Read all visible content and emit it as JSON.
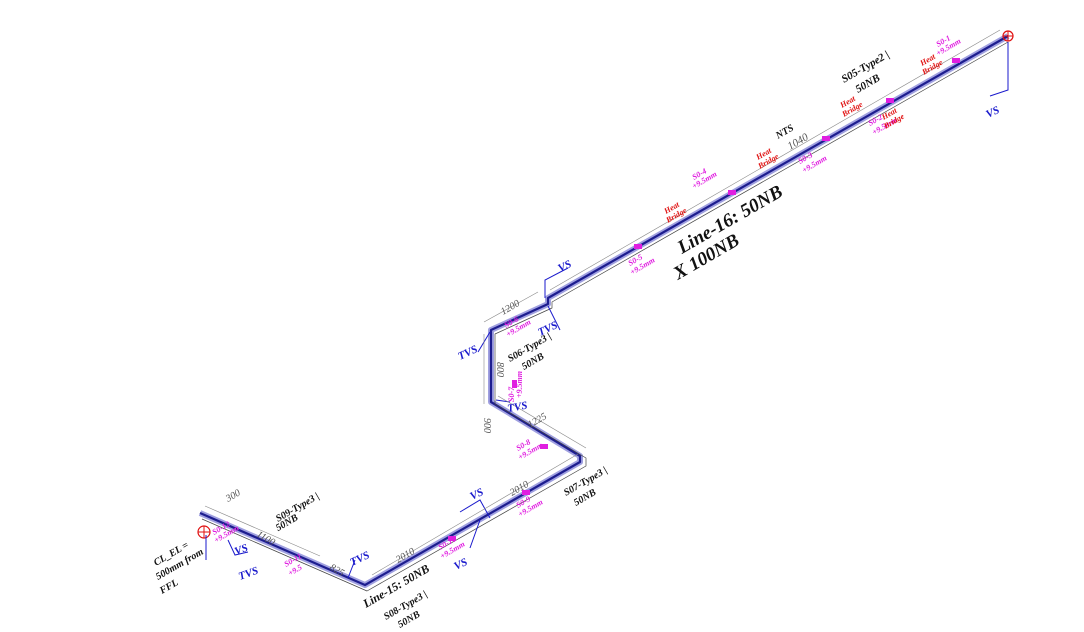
{
  "colors": {
    "pipe": "#1d1d8f",
    "pipe_edge": "#7a7ad0",
    "support": "#1a1acc",
    "spacer": "#e01ee0",
    "bridge": "#e01010",
    "text": "#111111",
    "dimension": "#555555"
  },
  "labels": {
    "line16_a": "Line-16: 50NB",
    "line16_b": "X 100NB",
    "line15": "Line-15: 50NB",
    "cl_el_1": "CL_EL =",
    "cl_el_2": "500mm from",
    "cl_el_3": "FFL",
    "s05_1": "S05-Type2 |",
    "s05_2": "50NB",
    "s06_1": "S06-Type3 |",
    "s06_2": "50NB",
    "s07_1": "S07-Type3 |",
    "s07_2": "50NB",
    "s08_1": "S08-Type3 |",
    "s08_2": "50NB",
    "s09_1": "S09-Type3 |",
    "s09_2": "50NB",
    "nts": "NTS"
  },
  "dimensions": {
    "d1040": "1040",
    "d1200": "1200",
    "d800": "800",
    "d900": "900",
    "d1225": "1225",
    "d2010_a": "2010",
    "d2010_b": "2010",
    "d1100": "1100",
    "d825": "825",
    "d300": "300"
  },
  "supports": {
    "vs_top_right": "VS",
    "vs_mid": "VS",
    "tvs_upper_right": "TVS",
    "tvs_left": "TVS",
    "tvs_lower": "TVS",
    "vs_lower_mid": "VS",
    "vs_lower_mid2": "VS",
    "tvs_bottom_left": "TVS",
    "vs_bottom_left": "VS",
    "tvs_bottom": "TVS"
  },
  "spacers": {
    "sp1_a": "S0-1",
    "sp1_b": "+9.5mm",
    "sp2_a": "S0-2",
    "sp2_b": "+9.5mm",
    "sp3_a": "S0-3",
    "sp3_b": "+9.5mm",
    "sp4_a": "S0-4",
    "sp4_b": "+9.5mm",
    "sp5_a": "S0-5",
    "sp5_b": "+9.5mm",
    "sp6_a": "S0-6",
    "sp6_b": "+9.5mm",
    "sp7_a": "S0-7",
    "sp7_b": "+9.5mm",
    "sp8_a": "S0-8",
    "sp8_b": "+9.5mm",
    "sp9_a": "S0-9",
    "sp9_b": "+9.5mm",
    "sp10_a": "S0-10",
    "sp10_b": "+9.5mm",
    "sp11_a": "S0-11",
    "sp11_b": "+9.5",
    "sp12_a": "S0-12",
    "sp12_b": "+9.5mm"
  },
  "bridges": {
    "hb1_a": "Heat",
    "hb1_b": "Bridge",
    "hb2_a": "Heat",
    "hb2_b": "Bridge",
    "hb3_a": "Heat",
    "hb3_b": "Bridge",
    "hb4_a": "Heat",
    "hb4_b": "Bridge",
    "hb5_a": "Heat",
    "hb5_b": "Bridge"
  }
}
